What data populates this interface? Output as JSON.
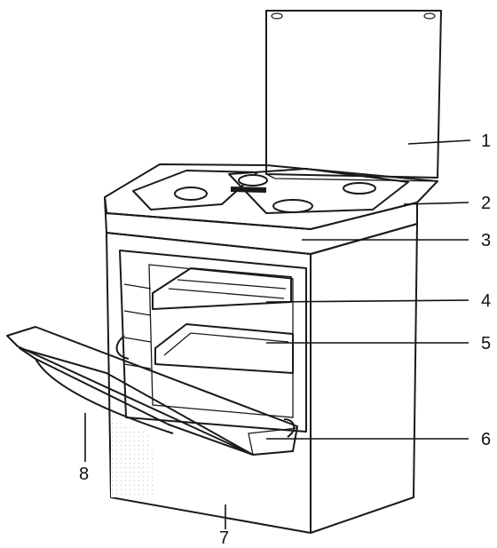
{
  "diagram": {
    "callouts": [
      {
        "id": "1",
        "label": "1"
      },
      {
        "id": "2",
        "label": "2"
      },
      {
        "id": "3",
        "label": "3"
      },
      {
        "id": "4",
        "label": "4"
      },
      {
        "id": "5",
        "label": "5"
      },
      {
        "id": "6",
        "label": "6"
      },
      {
        "id": "7",
        "label": "7"
      },
      {
        "id": "8",
        "label": "8"
      }
    ]
  }
}
